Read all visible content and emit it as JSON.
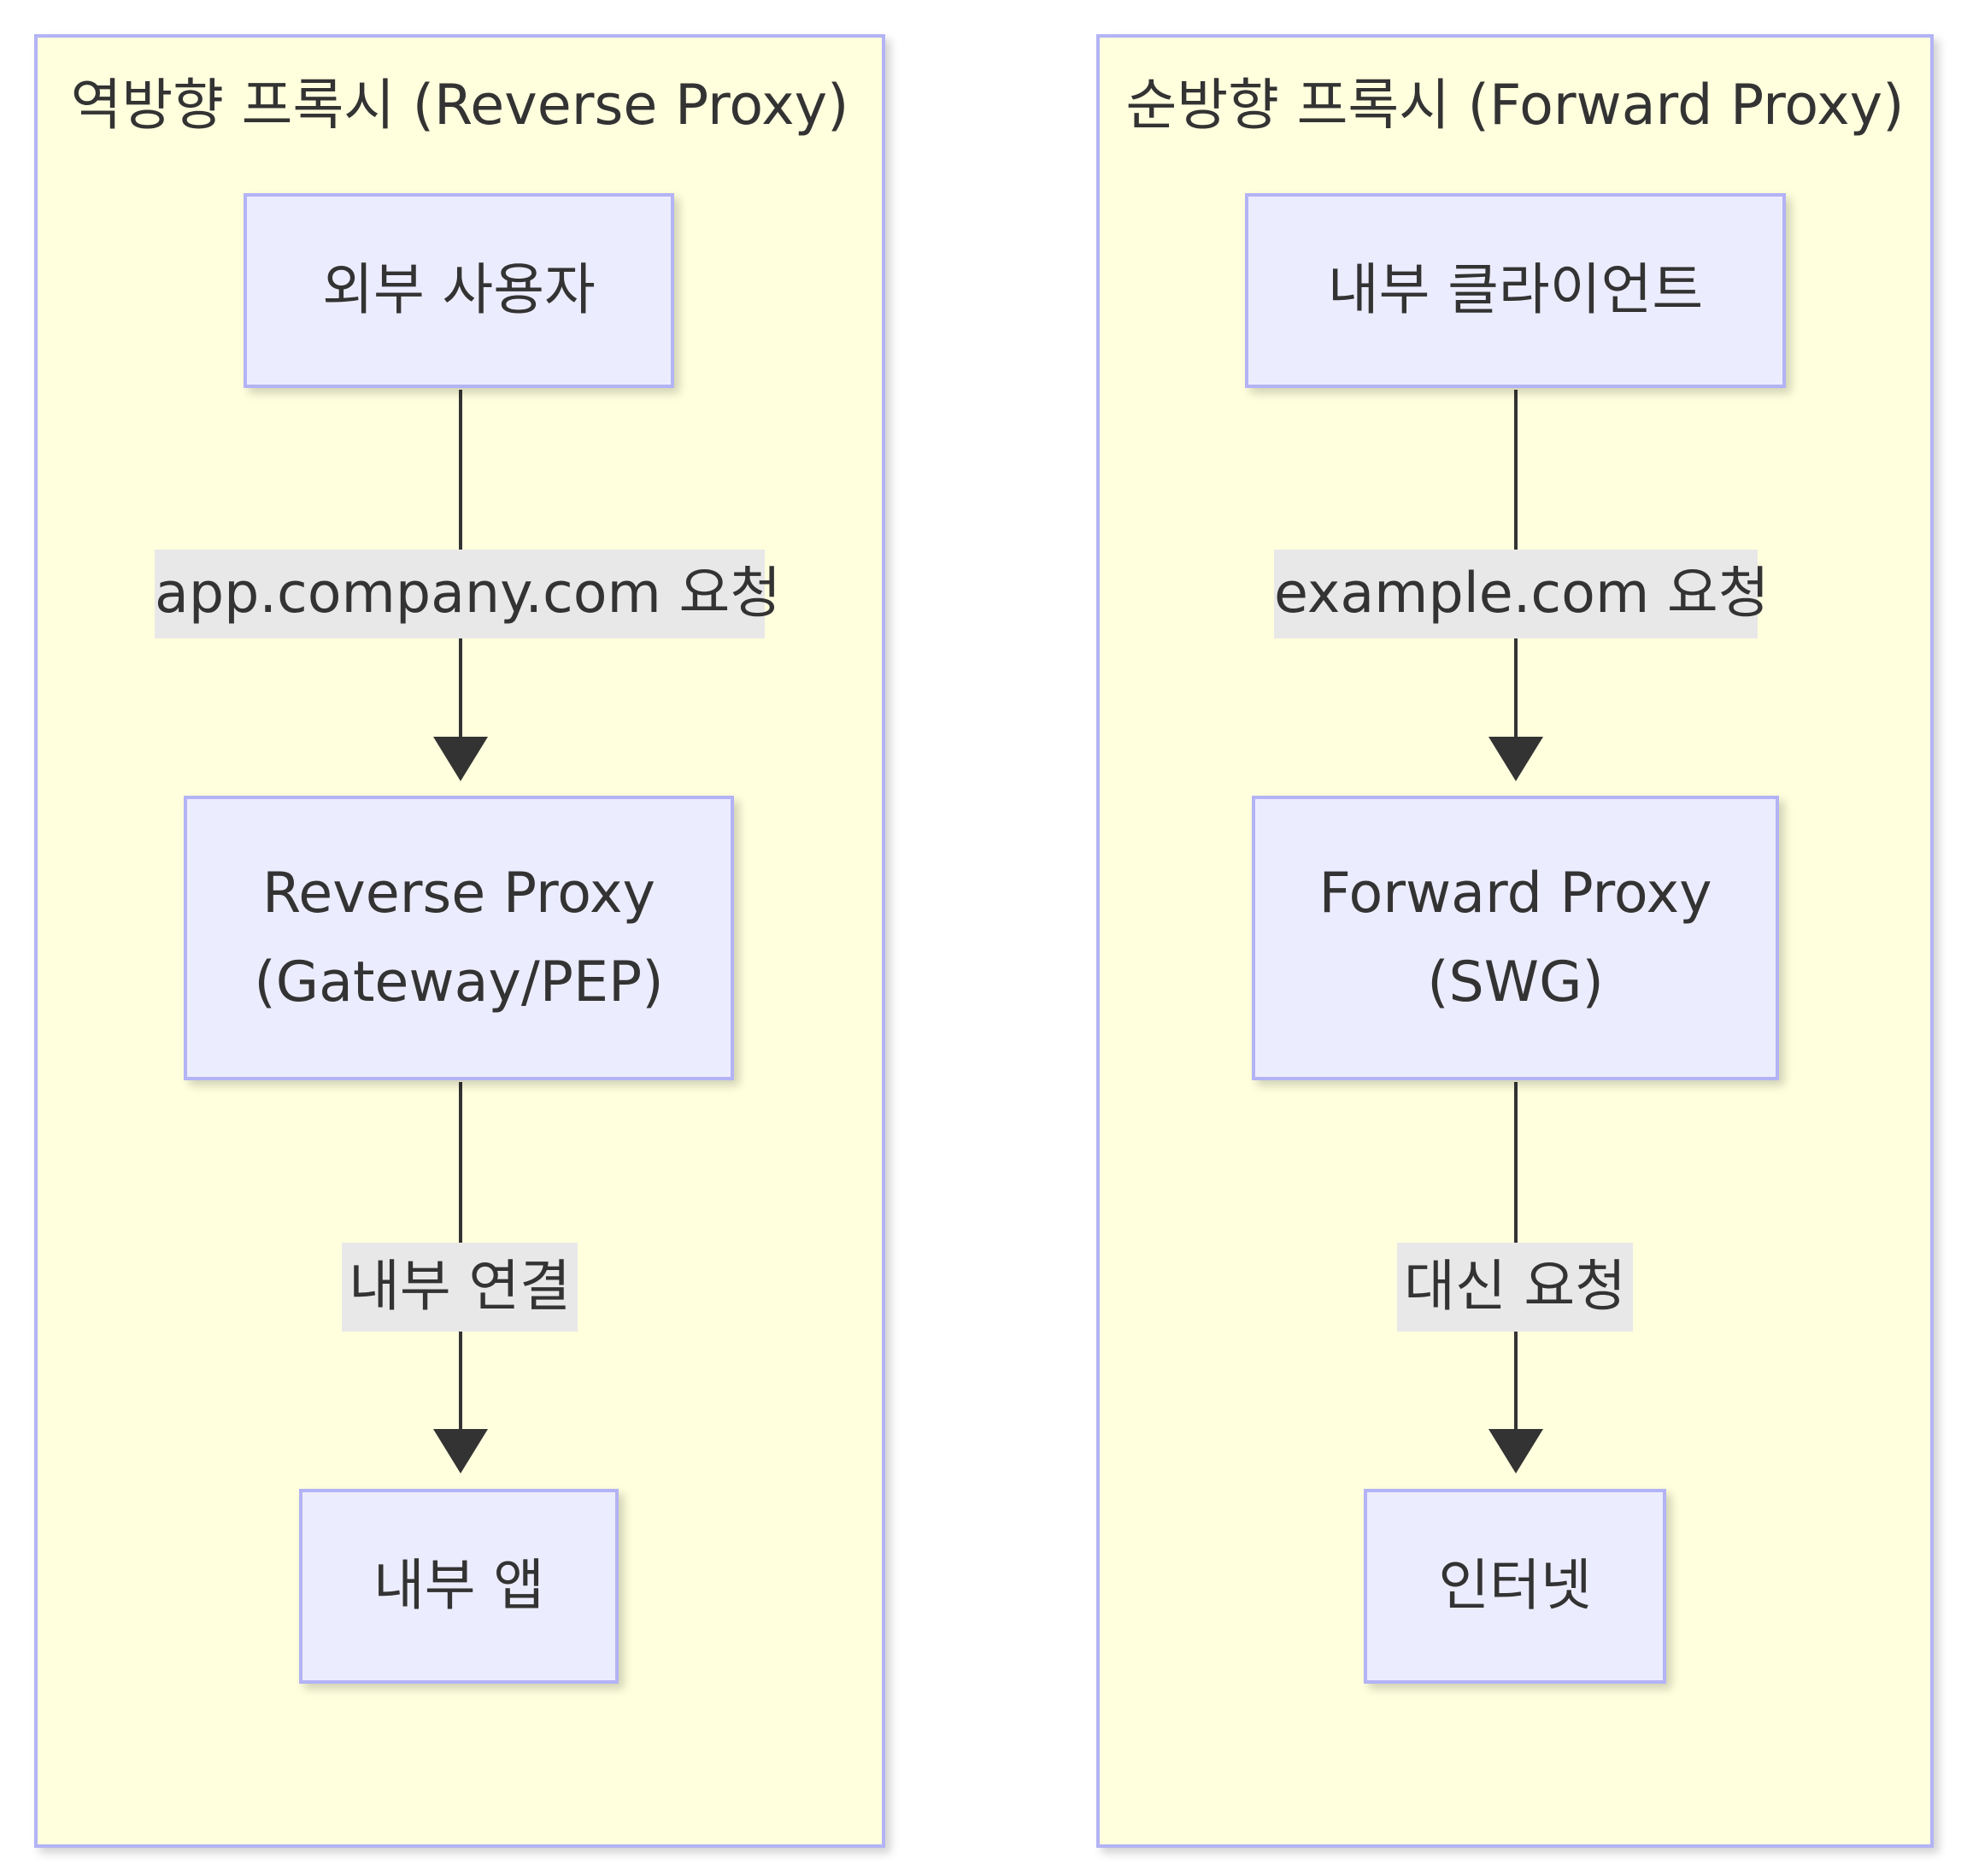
{
  "diagram": {
    "reverse": {
      "title": "역방향 프록시 (Reverse Proxy)",
      "nodes": {
        "source": "외부 사용자",
        "proxy": "Reverse Proxy\n(Gateway/PEP)",
        "target": "내부 앱"
      },
      "edges": {
        "first": "app.company.com 요청",
        "second": "내부 연결"
      }
    },
    "forward": {
      "title": "순방향 프록시 (Forward Proxy)",
      "nodes": {
        "source": "내부 클라이언트",
        "proxy": "Forward Proxy\n(SWG)",
        "target": "인터넷"
      },
      "edges": {
        "first": "example.com 요청",
        "second": "대신 요청"
      }
    }
  }
}
